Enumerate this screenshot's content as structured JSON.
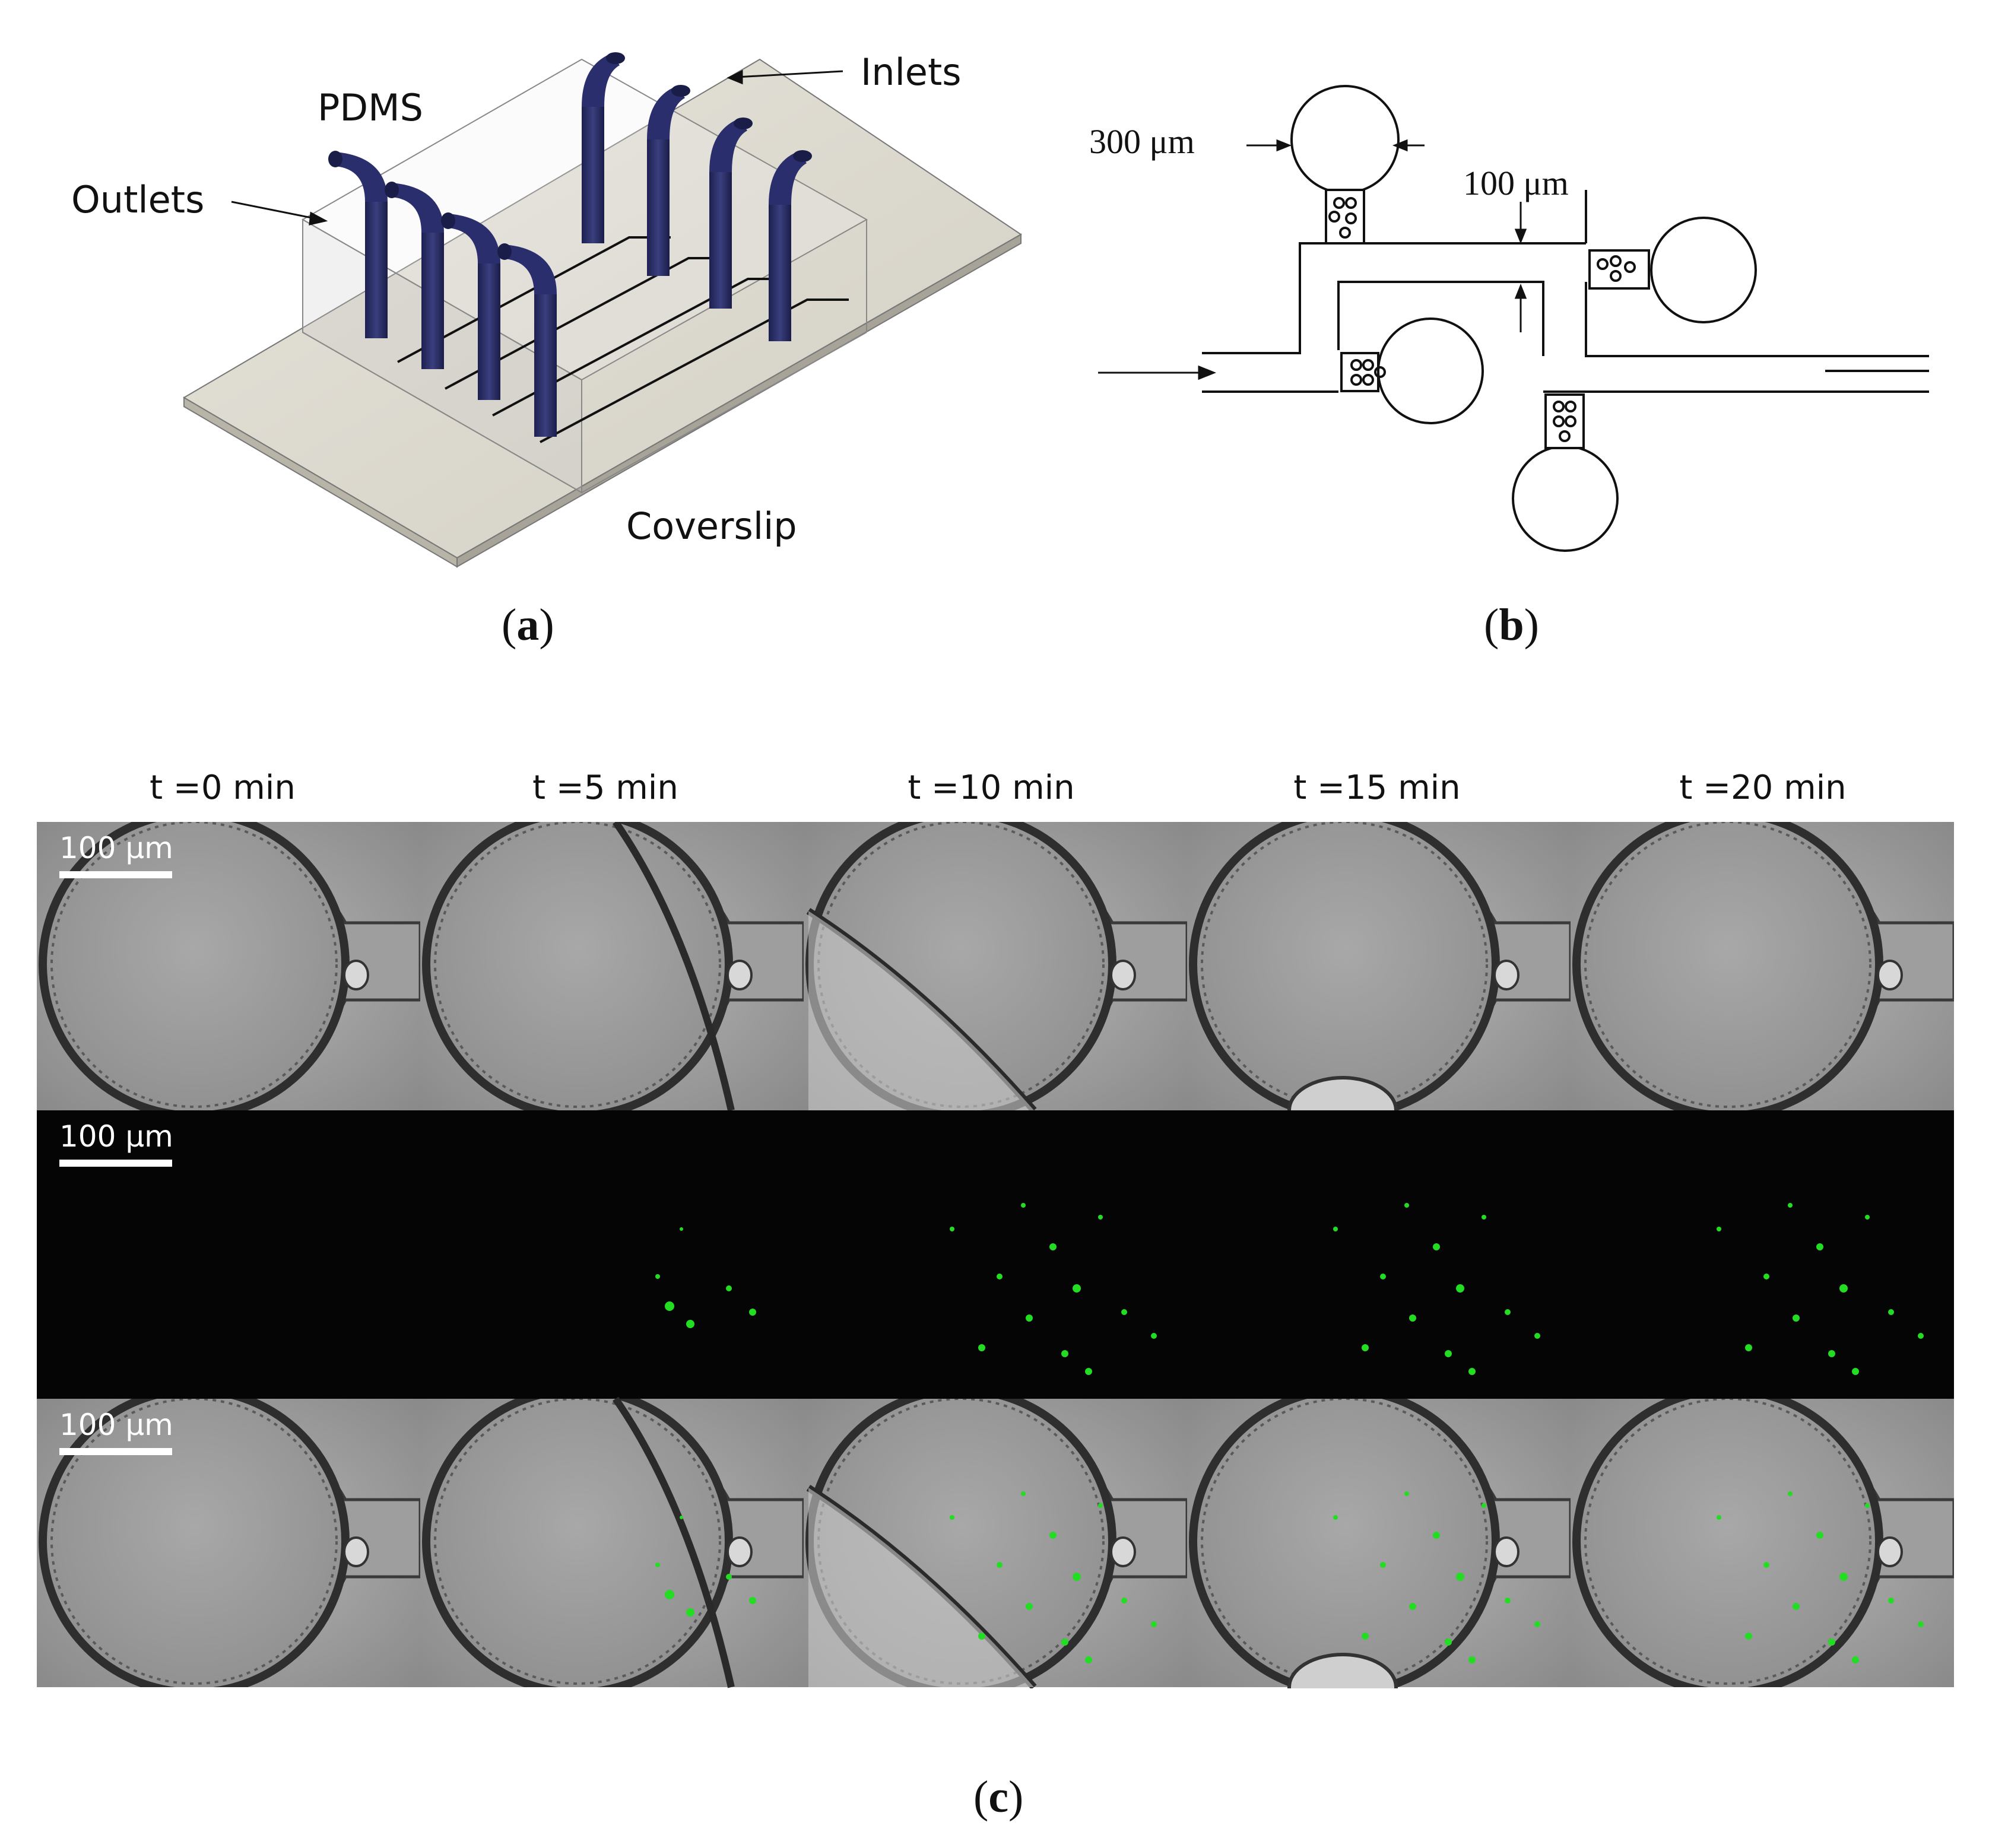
{
  "panel_a": {
    "labels": {
      "pdms": "PDMS",
      "inlets": "Inlets",
      "outlets": "Outlets",
      "coverslip": "Coverslip"
    },
    "caption": "a"
  },
  "panel_b": {
    "labels": {
      "dim_300": "300 μm",
      "dim_100": "100 μm"
    },
    "caption": "b"
  },
  "panel_c": {
    "time_labels": [
      "t =0 min",
      "t =5 min",
      "t =10 min",
      "t =15 min",
      "t =20 min"
    ],
    "scale_bar": "100 μm",
    "caption": "c",
    "colors": {
      "fluorescence": "#22dd22",
      "bright_field": "#9a9a9a",
      "dark_field": "#050505"
    }
  }
}
